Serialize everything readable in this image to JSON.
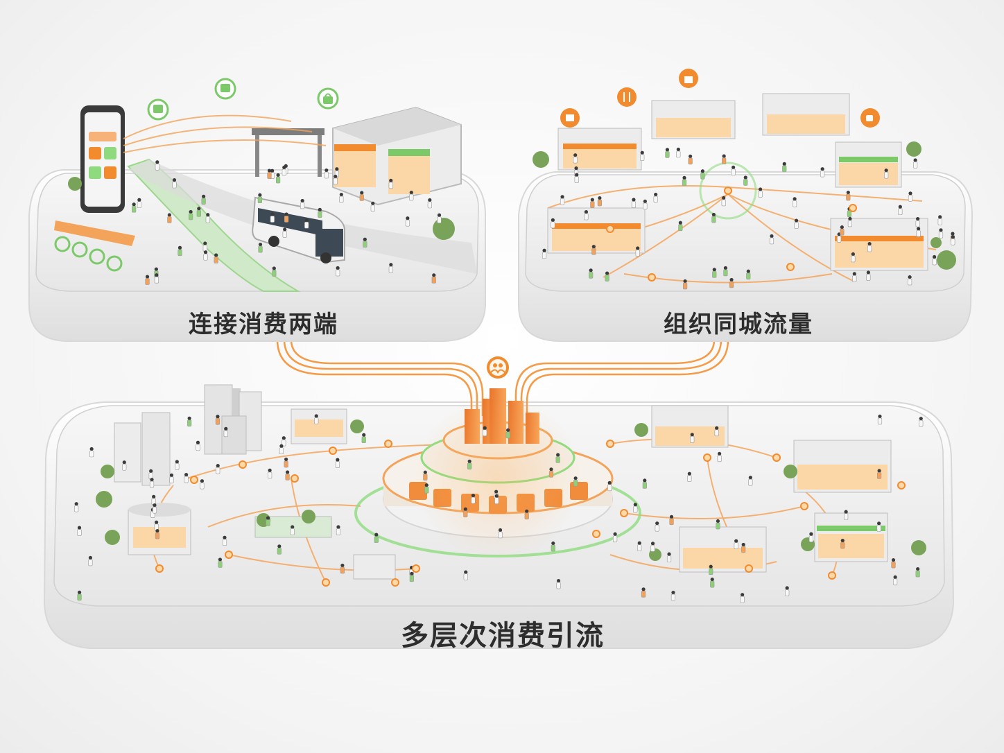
{
  "panels": {
    "top_left": {
      "label": "连接消费两端"
    },
    "top_right": {
      "label": "组织同城流量"
    },
    "bottom": {
      "label": "多层次消费引流"
    }
  },
  "icons": [
    "smartphone-icon",
    "bus-icon",
    "shopping-bag-icon",
    "gift-box-icon",
    "dining-icon",
    "coffee-icon",
    "users-icon"
  ],
  "colors": {
    "accent_orange": "#f28a2e",
    "accent_green": "#6cc96b",
    "platform": "#efefef",
    "text": "#2d2d2d"
  }
}
